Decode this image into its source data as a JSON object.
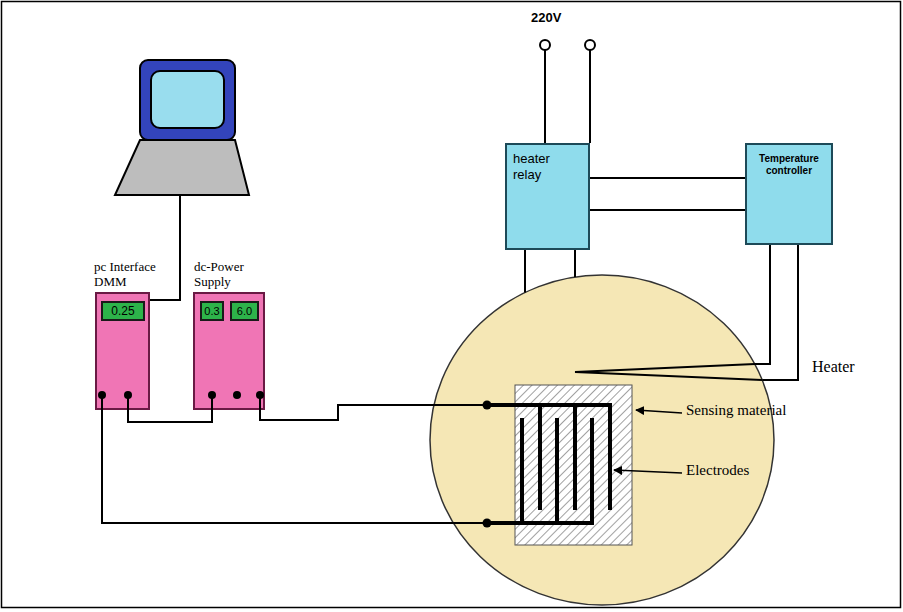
{
  "diagram": {
    "nodes": [
      {
        "text": [
          "pc Interface DMM"
        ]
      },
      {
        "text": [
          "0.25"
        ],
        "in": 0
      },
      {
        "text": [
          "dc-Power Supply"
        ]
      },
      {
        "text": [
          "0.3"
        ],
        "in": 2
      },
      {
        "text": [
          "6.0"
        ],
        "in": 2
      },
      {
        "text": [
          "heater relay"
        ]
      },
      {
        "text": [
          "Temperature controller"
        ]
      },
      {
        "text": [
          "Heater"
        ]
      }
    ],
    "edges": [
      {
        "from": 0,
        "to": 2,
        "arrow": "none"
      },
      {
        "from": 5,
        "to": 6,
        "arrow": "none"
      },
      {
        "from": 5,
        "to": 6,
        "arrow": "none"
      },
      {
        "from": 5,
        "to": 7,
        "arrow": "none"
      },
      {
        "from": 5,
        "to": 7,
        "arrow": "none"
      },
      {
        "from": 6,
        "to": 7,
        "arrow": "none"
      },
      {
        "from": 6,
        "to": 7,
        "arrow": "none"
      }
    ],
    "labels": [
      "220V",
      "Sensing material",
      "Electrodes"
    ]
  }
}
